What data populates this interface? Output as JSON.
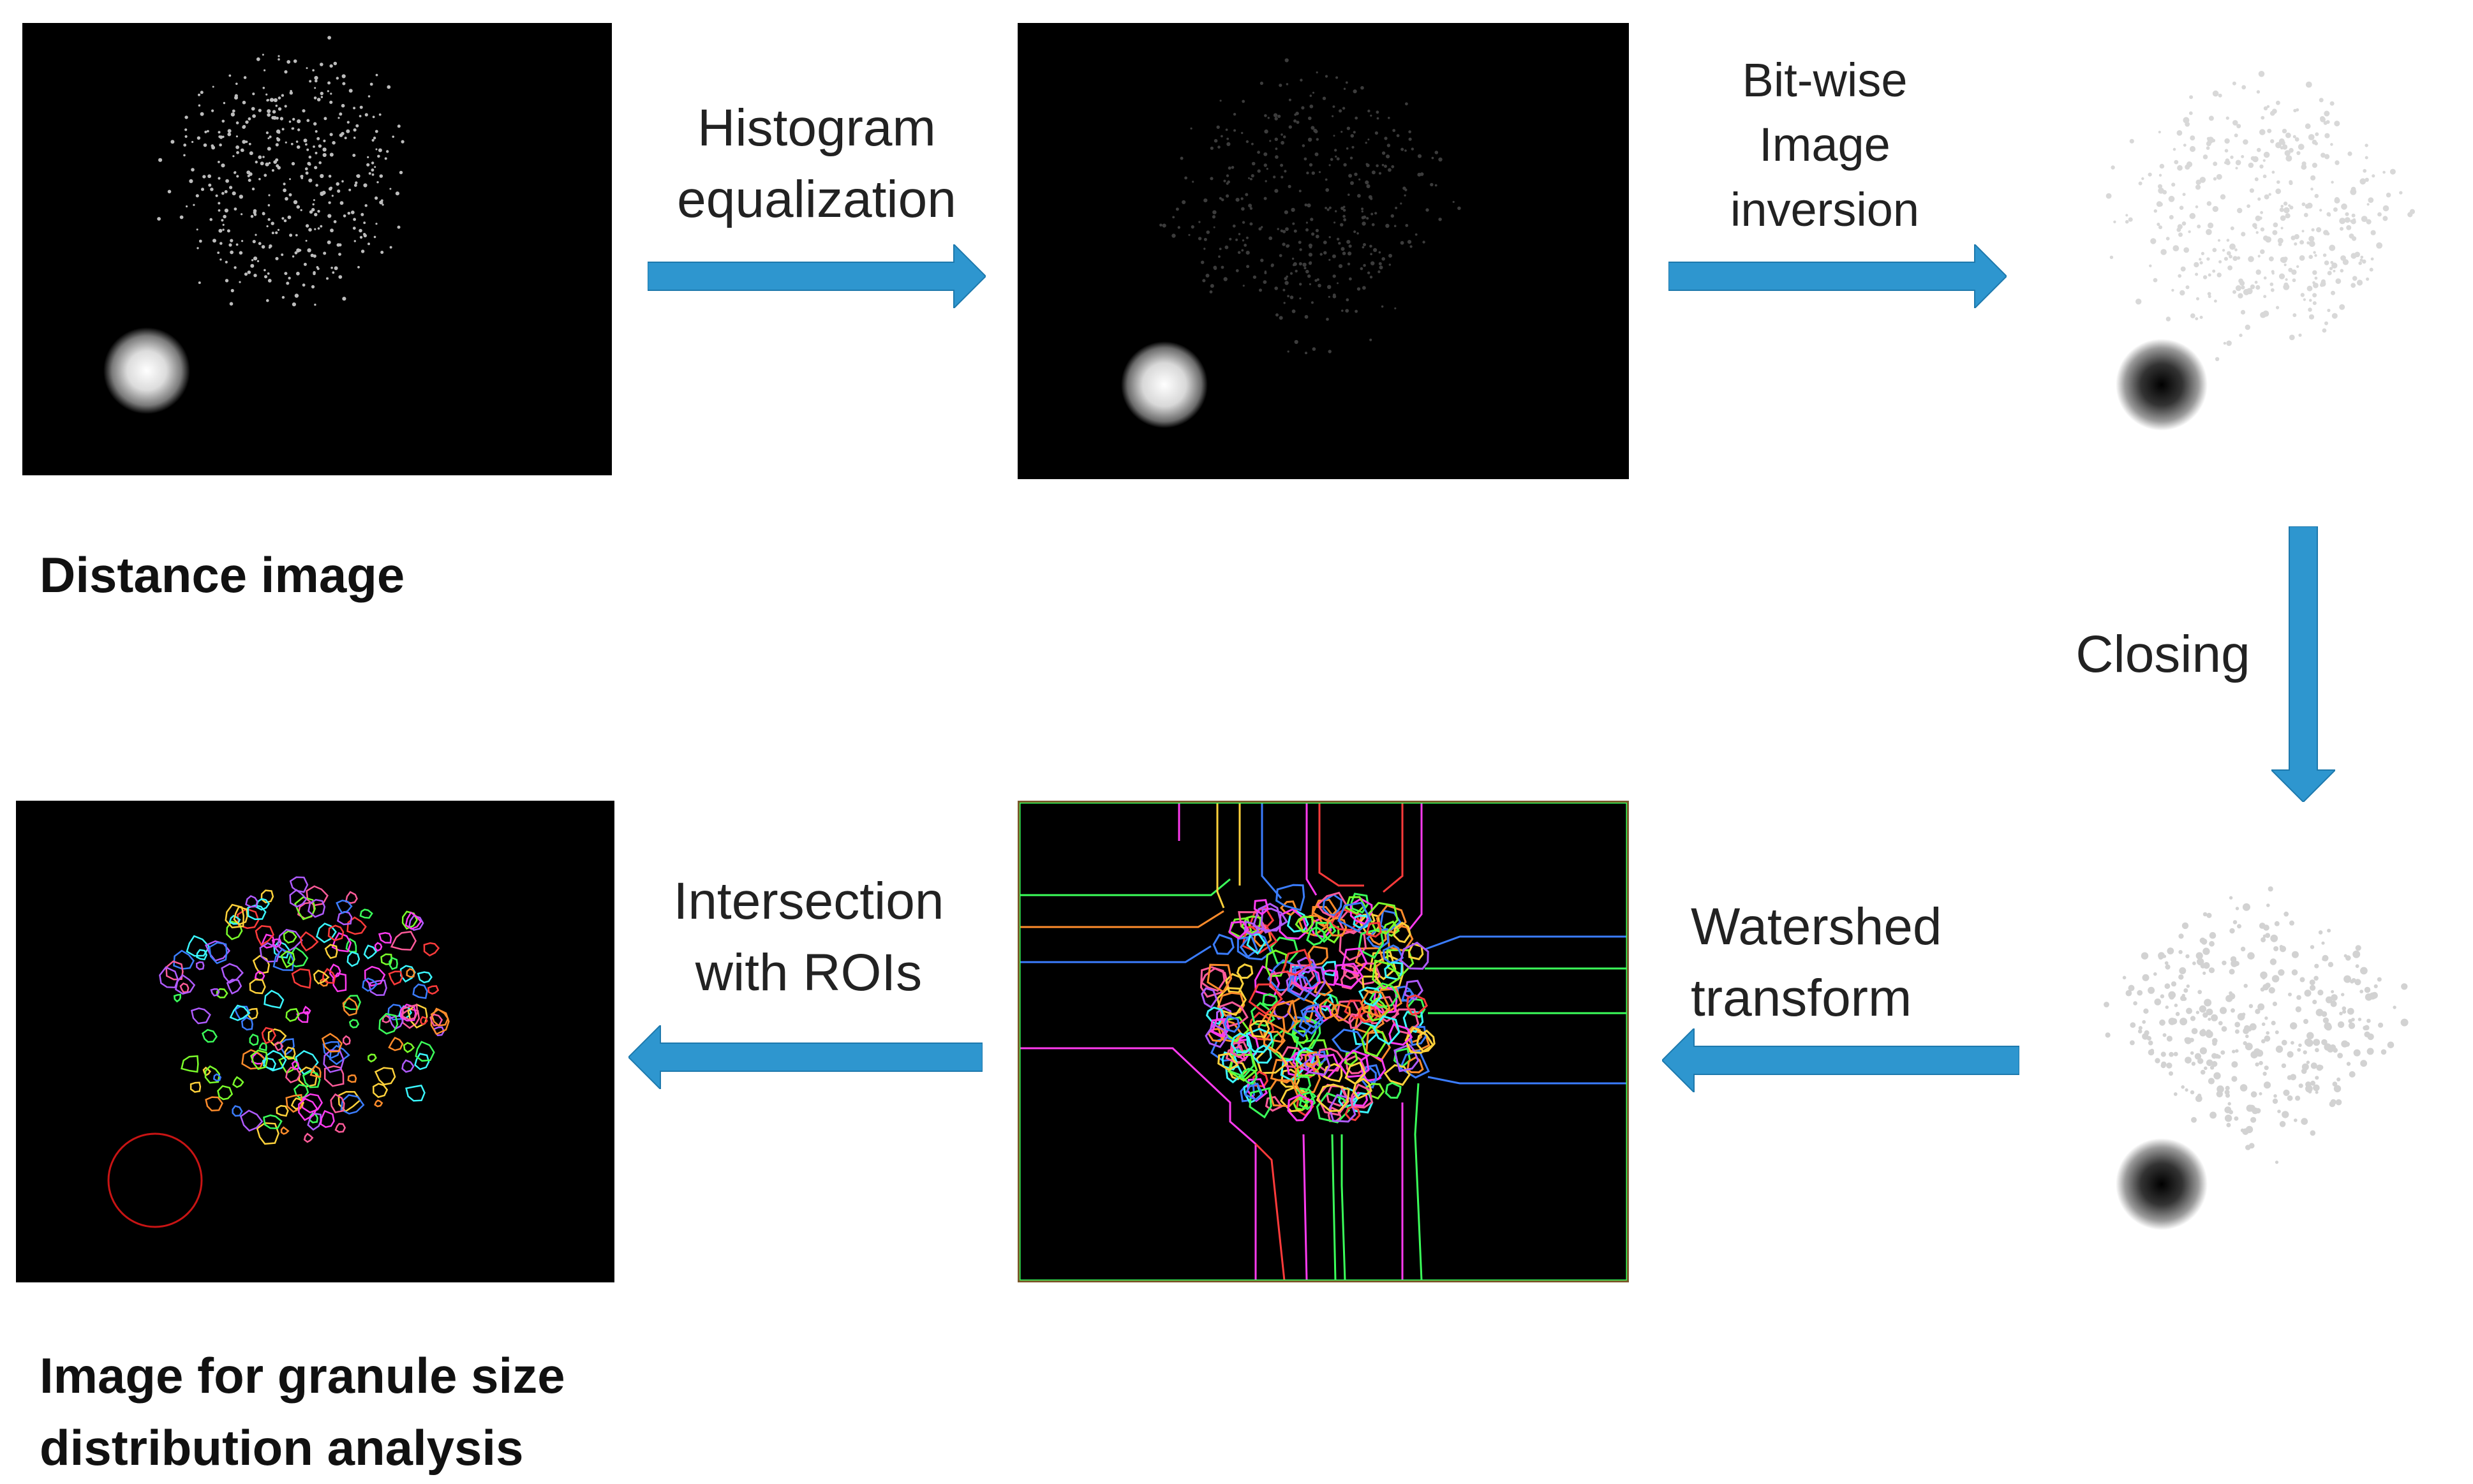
{
  "labels": {
    "distance_image": "Distance image",
    "granule_line1": "Image for granule size",
    "granule_line2": "distribution analysis"
  },
  "steps": {
    "histogram": [
      "Histogram",
      "equalization"
    ],
    "inversion": [
      "Bit-wise",
      "Image",
      "inversion"
    ],
    "closing": [
      "Closing"
    ],
    "watershed": [
      "Watershed",
      "transform"
    ],
    "intersection": [
      "Intersection",
      "with ROIs"
    ]
  },
  "colors": {
    "arrow": "#2e96cf",
    "arrow_edge": "#1d79ad",
    "panel_background": "#000000",
    "watershed_border": "#7a5a2a"
  }
}
